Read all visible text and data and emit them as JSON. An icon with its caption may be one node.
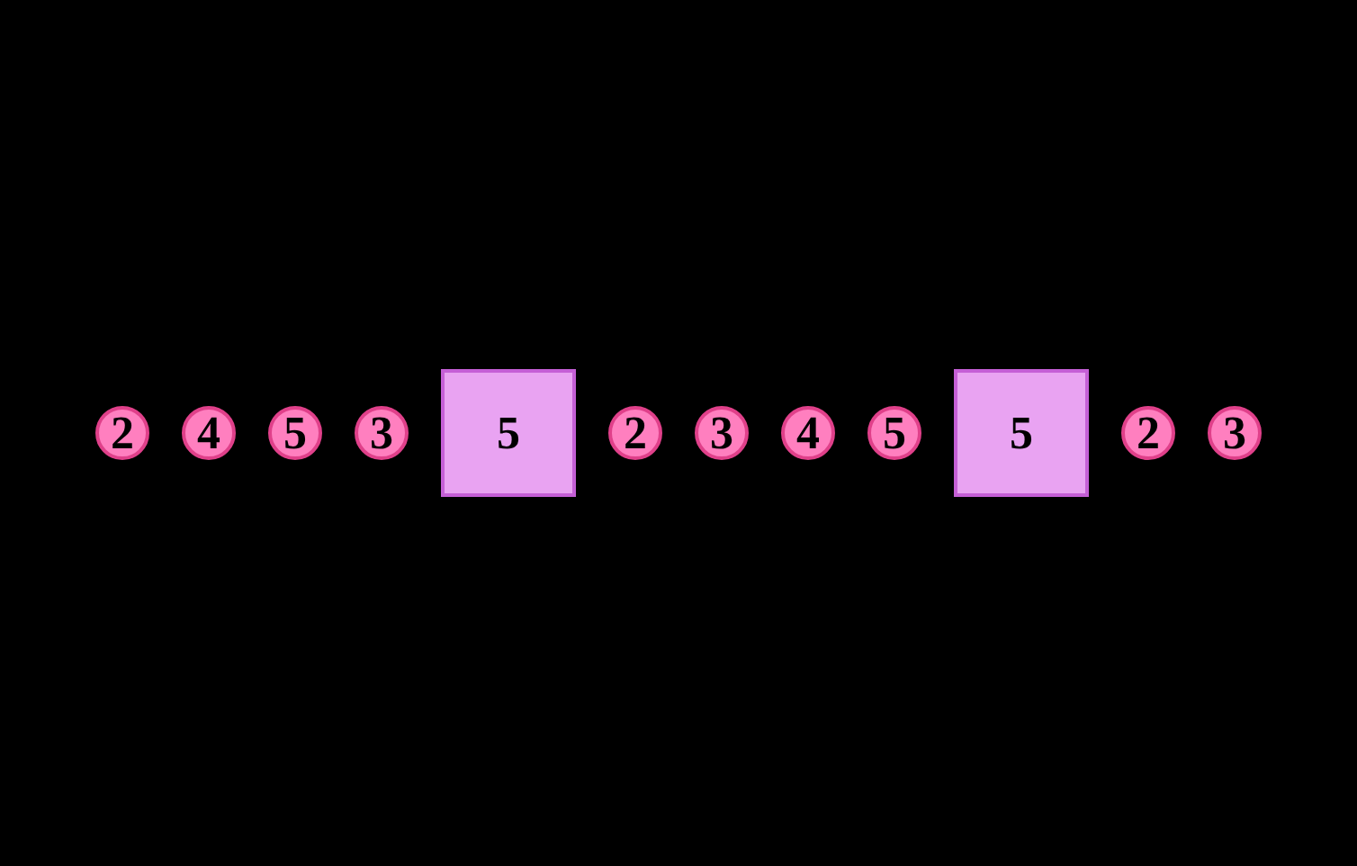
{
  "diagram": {
    "nodes": [
      {
        "text": [
          "2"
        ]
      },
      {
        "text": [
          "4"
        ]
      },
      {
        "text": [
          "5"
        ]
      },
      {
        "text": [
          "3"
        ]
      },
      {
        "text": [
          "5"
        ]
      },
      {
        "text": [
          "2"
        ]
      },
      {
        "text": [
          "3"
        ]
      },
      {
        "text": [
          "4"
        ]
      },
      {
        "text": [
          "5"
        ]
      },
      {
        "text": [
          "5"
        ]
      },
      {
        "text": [
          "2"
        ]
      },
      {
        "text": [
          "3"
        ]
      }
    ]
  }
}
